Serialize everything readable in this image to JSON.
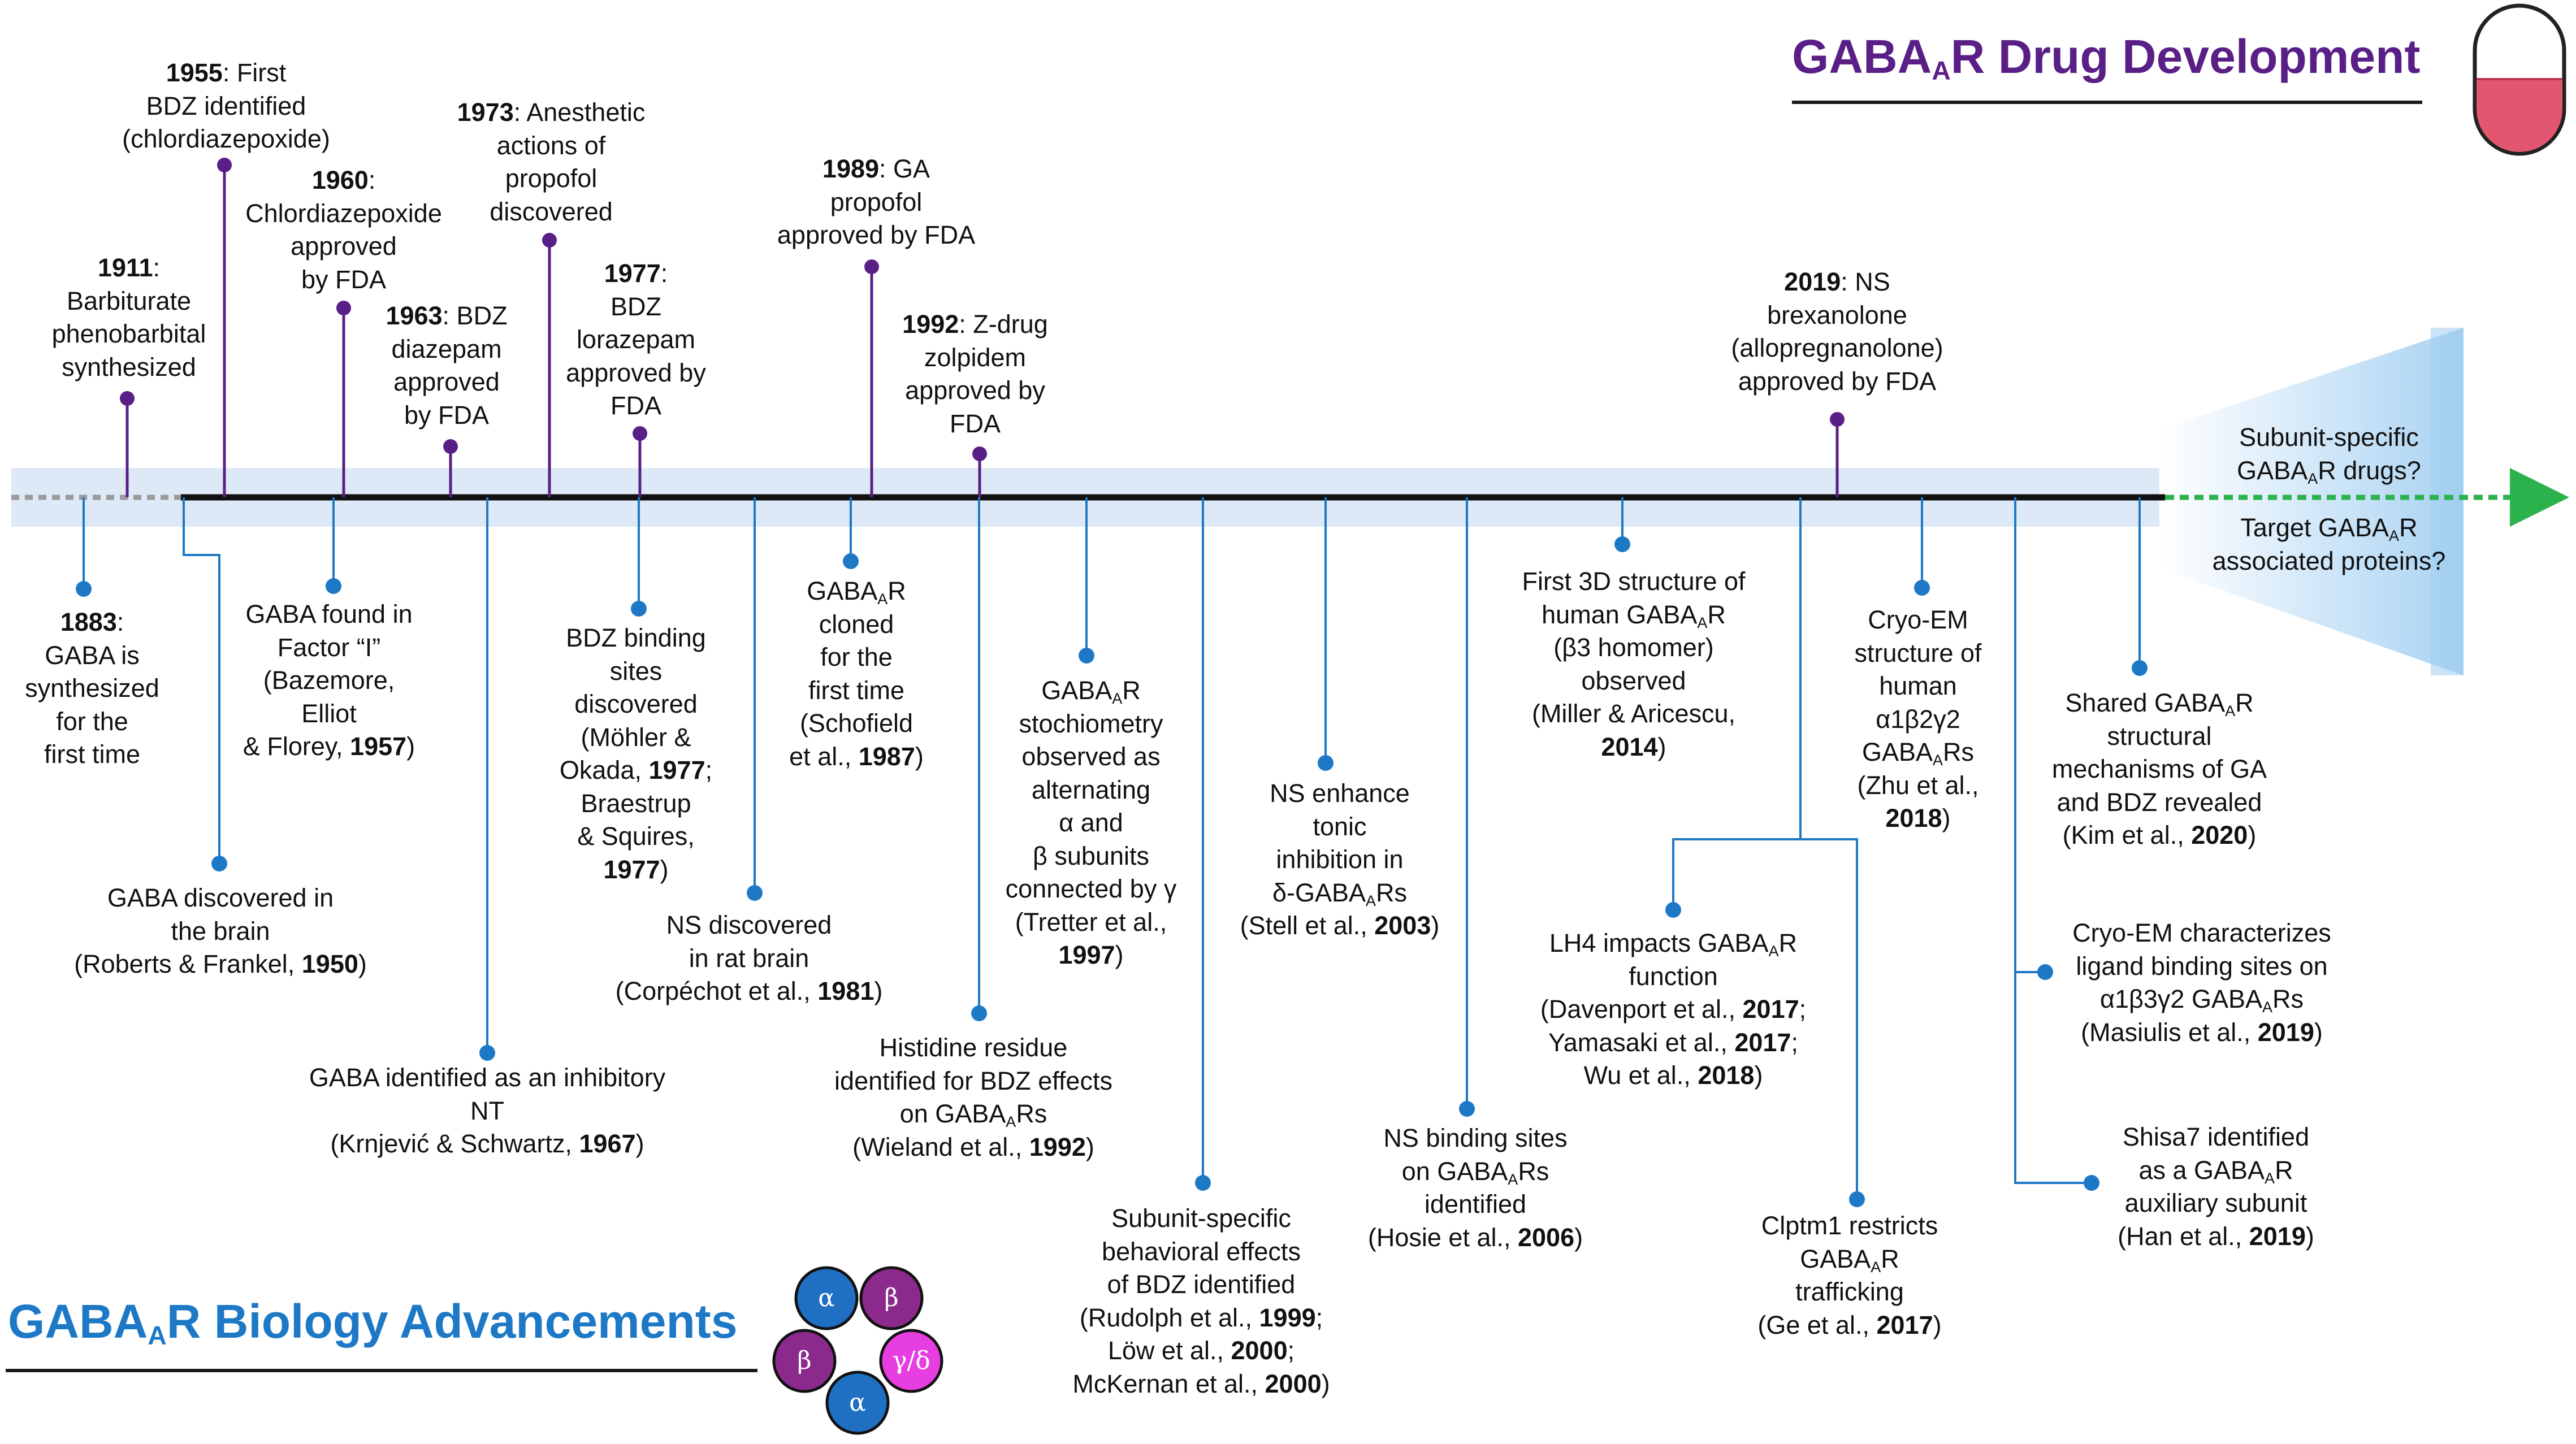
{
  "titles": {
    "drug_prefix": "GABA",
    "drug_sub": "A",
    "drug_suffix": "R Drug Development",
    "bio_prefix": "GABA",
    "bio_sub": "A",
    "bio_suffix": "R Biology Advancements"
  },
  "colors": {
    "drug": "#5a1f87",
    "biology": "#1d78c6",
    "future_arrow": "#2bb24c",
    "band": "#dde9f6",
    "timeline": "#111111"
  },
  "drug_events": [
    {
      "year": "1911",
      "rest": ":\nBarbiturate\nphenobarbital\nsynthesized"
    },
    {
      "year": "1955",
      "rest": ": First\nBDZ identified\n(chlordiazepoxide)"
    },
    {
      "year": "1960",
      "rest": ":\nChlordiazepoxide\napproved\nby FDA"
    },
    {
      "year": "1963",
      "rest": ": BDZ\ndiazepam\napproved\nby FDA"
    },
    {
      "year": "1973",
      "rest": ": Anesthetic\nactions of\npropofol\ndiscovered"
    },
    {
      "year": "1977",
      "rest": ":\nBDZ\nlorazepam\napproved by\nFDA"
    },
    {
      "year": "1989",
      "rest": ": GA\npropofol\napproved by FDA"
    },
    {
      "year": "1992",
      "rest": ": Z-drug\nzolpidem\napproved by\nFDA"
    },
    {
      "year": "2019",
      "rest": ": NS\nbrexanolone\n(allopregnanolone)\napproved by FDA"
    }
  ],
  "bio_events": [
    "**1883**:\nGABA is\nsynthesized\nfor the\nfirst time",
    "GABA found in\nFactor “I”\n(Bazemore,\nElliot\n& Florey, **1957**)",
    "GABA discovered in\nthe brain\n(Roberts & Frankel, **1950**)",
    "GABA identified as an inhibitory NT\n(Krnjević & Schwartz, **1967**)",
    "BDZ binding\nsites\ndiscovered\n(Möhler &\nOkada, **1977**;\nBraestrup\n& Squires,\n**1977**)",
    "NS discovered\nin rat brain\n(Corpéchot et al., **1981**)",
    "GABA_AR\ncloned\nfor the\nfirst time\n(Schofield\net al., **1987**)",
    "Histidine residue\nidentified for BDZ effects\non GABA_ARs\n(Wieland et al., **1992**)",
    "GABA_AR\nstochiometry\nobserved as\nalternating\nα and\nβ subunits\nconnected by γ\n(Tretter et al.,\n**1997**)",
    "Subunit-specific\nbehavioral effects\nof BDZ identified\n(Rudolph et al., **1999**;\nLöw et al., **2000**;\nMcKernan et al., **2000**)",
    "NS enhance\ntonic\ninhibition in\nδ-GABA_ARs\n(Stell et al., **2003**)",
    "NS binding sites\non GABA_ARs\nidentified\n(Hosie et al., **2006**)",
    "First 3D structure of\nhuman GABA_AR\n(β3 homomer)\nobserved\n(Miller & Aricescu,\n**2014**)",
    "LH4 impacts GABA_AR\nfunction\n(Davenport et al., **2017**;\nYamasaki et al., **2017**;\nWu et al., **2018**)",
    "Clptm1 restricts\nGABA_AR\ntrafficking\n(Ge et al., **2017**)",
    "Cryo-EM\nstructure of\nhuman\nα1β2γ2\nGABA_ARs\n(Zhu et al.,\n**2018**)",
    "Shared GABA_AR\nstructural\nmechanisms of GA\nand BDZ revealed\n(Kim et al., **2020**)",
    "Cryo-EM characterizes\nligand binding sites on\nα1β3γ2 GABA_ARs\n(Masiulis et al., **2019**)",
    "Shisa7 identified\nas a GABA_AR\nauxiliary subunit\n(Han et al., **2019**)"
  ],
  "future": [
    "Subunit-specific\nGABA_AR drugs?",
    "Target GABA_AR\nassociated proteins?"
  ],
  "receptor_subunits": [
    "α",
    "β",
    "γ/δ",
    "α",
    "β"
  ],
  "receptor_colors": [
    "#1f6fc2",
    "#8b2a8c",
    "#e63ee0",
    "#1f6fc2",
    "#8b2a8c"
  ]
}
